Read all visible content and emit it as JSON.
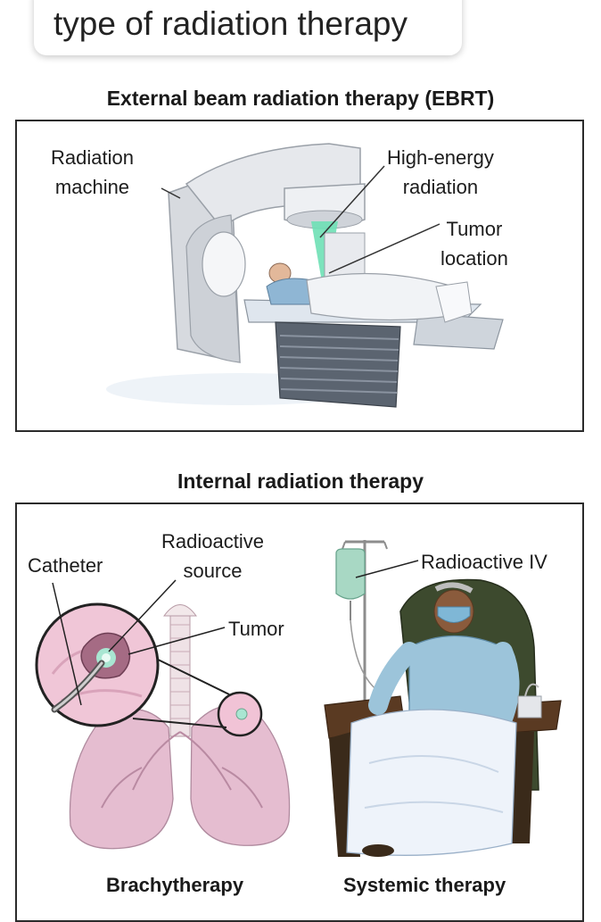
{
  "search": {
    "query": "type of radiation therapy"
  },
  "ebrt": {
    "title": "External beam radiation therapy (EBRT)",
    "labels": {
      "radiation_machine_l1": "Radiation",
      "radiation_machine_l2": "machine",
      "high_energy_l1": "High-energy",
      "high_energy_l2": "radiation",
      "tumor_location_l1": "Tumor",
      "tumor_location_l2": "location"
    }
  },
  "internal": {
    "title": "Internal radiation therapy",
    "labels": {
      "catheter": "Catheter",
      "radioactive_source_l1": "Radioactive",
      "radioactive_source_l2": "source",
      "tumor": "Tumor",
      "radioactive_iv": "Radioactive IV",
      "brachytherapy": "Brachytherapy",
      "systemic_therapy": "Systemic therapy"
    }
  },
  "colors": {
    "beam": "#6ee0b5",
    "machine": "#e4e6ea",
    "patient_gown": "#8fb6d4",
    "lung": "#e3b6cb",
    "chair": "#3d4a2e",
    "iv_bag": "#a8d8c4"
  }
}
